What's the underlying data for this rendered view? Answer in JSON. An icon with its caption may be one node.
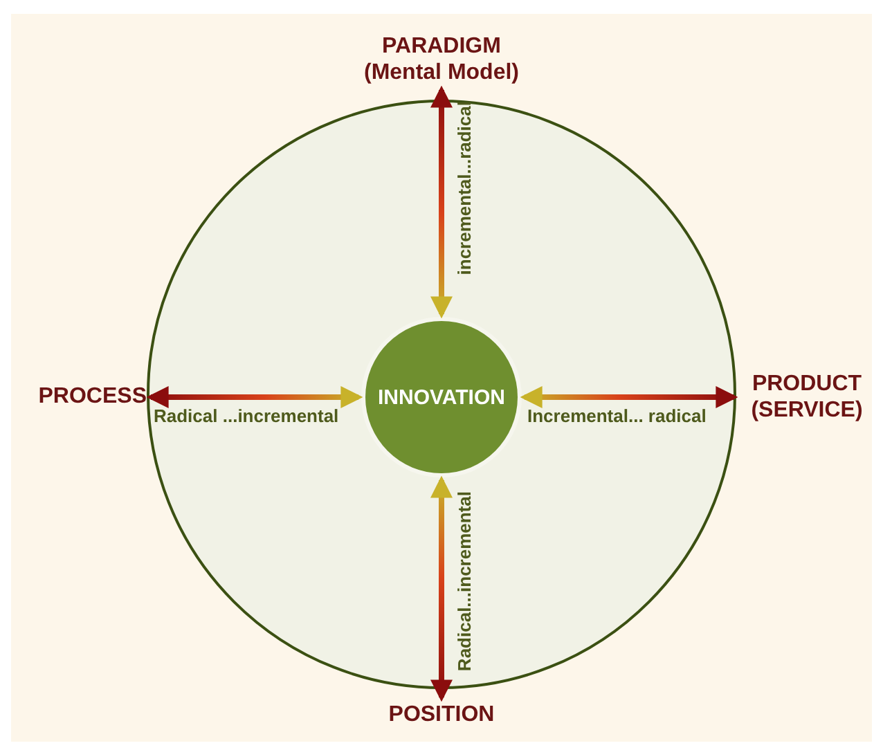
{
  "diagram": {
    "nodes": [
      {
        "text": [],
        "shape": "circle"
      },
      {
        "text": [
          "PARADIGM (Mental Model)"
        ]
      },
      {
        "text": [
          "PROCESS"
        ]
      },
      {
        "text": [
          "INNOVATION"
        ],
        "in": 0
      },
      {
        "text": [
          "PRODUCT (SERVICE)"
        ]
      },
      {
        "text": [
          "POSITION"
        ]
      }
    ],
    "edges": [
      {
        "from": 1,
        "to": 3,
        "arrow": "both",
        "label": "incremental...radical"
      },
      {
        "from": 2,
        "to": 3,
        "arrow": "both",
        "label": "Radical ...incremental"
      },
      {
        "from": 4,
        "to": 3,
        "arrow": "both",
        "label": "Incremental... radical"
      },
      {
        "from": 5,
        "to": 3,
        "arrow": "both",
        "label": "Radical...incremental"
      }
    ]
  }
}
